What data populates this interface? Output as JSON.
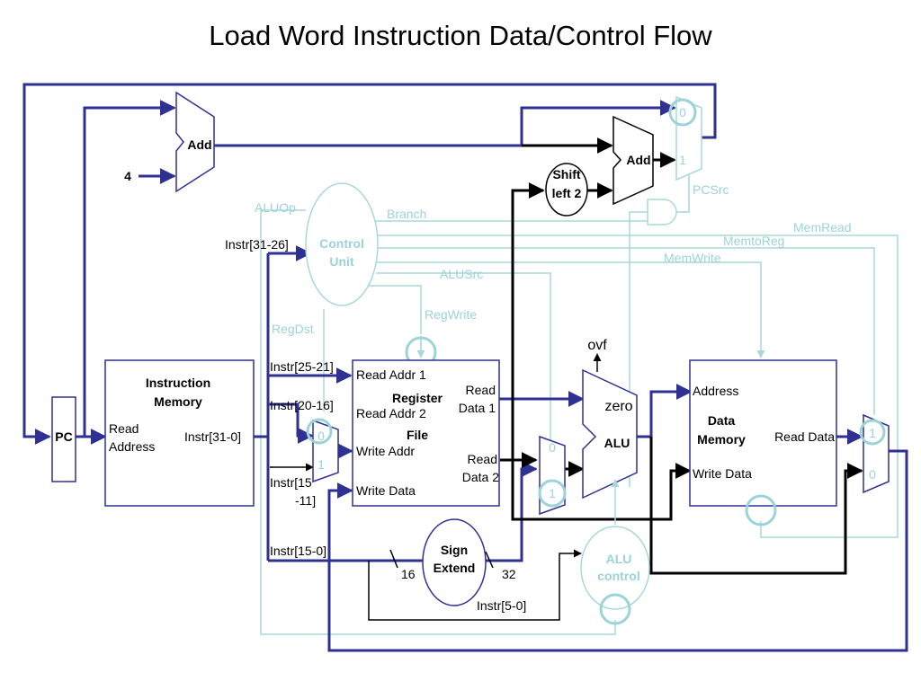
{
  "title": "Load Word Instruction Data/Control Flow",
  "colors": {
    "datapath": "#2e3192",
    "control": "#a8d8dc",
    "active_control": "#9bd3d8",
    "black": "#000000"
  },
  "labels": {
    "pc": "PC",
    "add_top": "Add",
    "four": "4",
    "add_branch": "Add",
    "shift_left_1": "Shift",
    "shift_left_2": "left 2",
    "mux0": "0",
    "mux1": "1",
    "pcsrc": "PCSrc",
    "aluop": "ALUOp",
    "branch": "Branch",
    "memread": "MemRead",
    "memtoreg": "MemtoReg",
    "memwrite": "MemWrite",
    "alusrc": "ALUSrc",
    "regwrite": "RegWrite",
    "regdst": "RegDst",
    "control_unit_1": "Control",
    "control_unit_2": "Unit",
    "instr_31_26": "Instr[31-26]",
    "instr_25_21": "Instr[25-21]",
    "instr_20_16": "Instr[20-16]",
    "instr_15_11a": "Instr[15",
    "instr_15_11b": "-11]",
    "instr_15_0": "Instr[15-0]",
    "instr_31_0": "Instr[31-0]",
    "instr_5_0": "Instr[5-0]",
    "imem_1": "Instruction",
    "imem_2": "Memory",
    "read_addr_1": "Read",
    "read_addr_2": "Address",
    "regfile_1": "Register",
    "regfile_2": "File",
    "read_addr_reg1": "Read Addr 1",
    "read_addr_reg2": "Read Addr 2",
    "write_addr": "Write Addr",
    "write_data": "Write Data",
    "read_data1_a": "Read",
    "read_data1_b": "Data 1",
    "read_data2_a": "Read",
    "read_data2_b": "Data 2",
    "ovf": "ovf",
    "zero": "zero",
    "alu": "ALU",
    "dmem_1": "Data",
    "dmem_2": "Memory",
    "address": "Address",
    "dm_write_data": "Write Data",
    "read_data": "Read Data",
    "sign_1": "Sign",
    "sign_2": "Extend",
    "bits16": "16",
    "bits32": "32",
    "aluctl_1": "ALU",
    "aluctl_2": "control"
  }
}
